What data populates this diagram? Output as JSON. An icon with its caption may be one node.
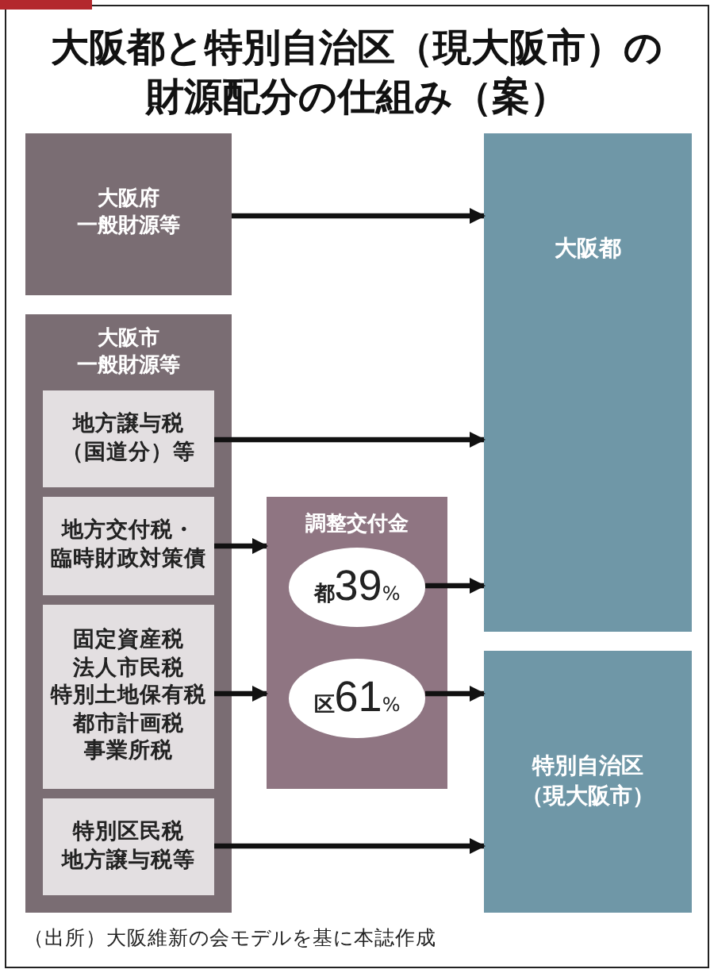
{
  "diagram": {
    "title": "大阪都と特別自治区（現大阪市）の財源配分の仕組み（案）",
    "caption": "（出所）大阪維新の会モデルを基に本誌作成",
    "nodes": [
      {
        "text": [
          "大阪府一般財源等"
        ]
      },
      {
        "text": [
          "大阪市一般財源等"
        ]
      },
      {
        "text": [
          "地方譲与税（国道分）等"
        ],
        "in": 1
      },
      {
        "text": [
          "地方交付税・臨時財政対策債"
        ],
        "in": 1
      },
      {
        "text": [
          "固定資産税法人市民税特別土地保有税都市計画税事業所税"
        ],
        "in": 1
      },
      {
        "text": [
          "特別区民税地方譲与税等"
        ],
        "in": 1
      },
      {
        "text": [
          "調整交付金"
        ]
      },
      {
        "text": [
          "都39%"
        ],
        "in": 6
      },
      {
        "text": [
          "区61%"
        ],
        "in": 6
      },
      {
        "text": [
          "大阪都"
        ]
      },
      {
        "text": [
          "特別自治区（現大阪市）"
        ]
      }
    ],
    "edges": [
      {
        "from": 0,
        "to": 9,
        "arrow": "to"
      },
      {
        "from": 2,
        "to": 9,
        "arrow": "to"
      },
      {
        "from": 3,
        "to": 6,
        "arrow": "to"
      },
      {
        "from": 4,
        "to": 6,
        "arrow": "to"
      },
      {
        "from": 7,
        "to": 9,
        "arrow": "to"
      },
      {
        "from": 8,
        "to": 10,
        "arrow": "to"
      },
      {
        "from": 5,
        "to": 10,
        "arrow": "to"
      }
    ]
  }
}
